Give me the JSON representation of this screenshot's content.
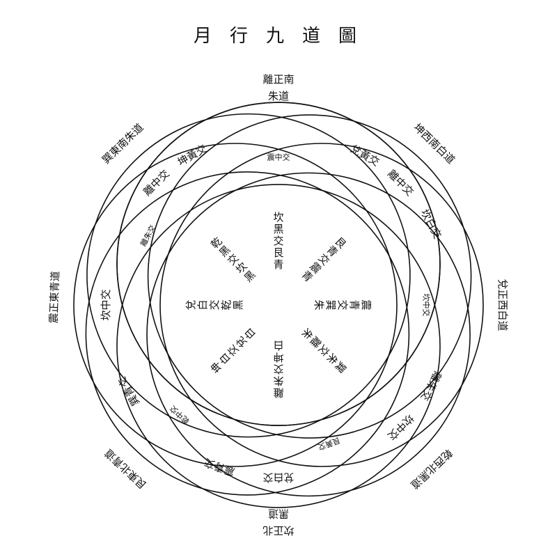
{
  "title": "月行九道圖",
  "outer_labels": [
    {
      "id": "south-center",
      "text": "離正南",
      "rot": 0
    },
    {
      "id": "south-vermilion",
      "text": "朱道",
      "rot": 0
    },
    {
      "id": "southeast-vermilion",
      "text": "巽東南朱道",
      "rot": -44
    },
    {
      "id": "southwest-white",
      "text": "坤西南白道",
      "rot": 44
    },
    {
      "id": "east-green",
      "text": "震正東青道",
      "rot": -88
    },
    {
      "id": "west-white",
      "text": "兌正西白道",
      "rot": 90
    },
    {
      "id": "northeast-green",
      "text": "艮東北青道",
      "rot": -137
    },
    {
      "id": "northwest-black",
      "text": "乾西北黑道",
      "rot": 137
    },
    {
      "id": "north-center",
      "text": "坎正北",
      "rot": 180
    },
    {
      "id": "north-black",
      "text": "黑道",
      "rot": 180
    }
  ],
  "ring_labels": [
    {
      "id": "kun-yellow",
      "text": "坤黃交",
      "rot": -30
    },
    {
      "id": "dui-yellow",
      "text": "兌黃交",
      "rot": 30
    },
    {
      "id": "zhen-mid",
      "text": "震中交",
      "rot": 0
    },
    {
      "id": "li-mid-left",
      "text": "離中交",
      "rot": -45
    },
    {
      "id": "li-mid-right",
      "text": "離中交",
      "rot": 45
    },
    {
      "id": "li-vermilion",
      "text": "離朱交",
      "rot": -62
    },
    {
      "id": "kan-white",
      "text": "坎白交",
      "rot": 62
    },
    {
      "id": "kan-mid-left",
      "text": "坎中交",
      "rot": -90
    },
    {
      "id": "kan-mid-right",
      "text": "坎中交",
      "rot": 90
    },
    {
      "id": "li-vermilion-right",
      "text": "離朱交",
      "rot": 118
    },
    {
      "id": "xun-green",
      "text": "巽青交",
      "rot": -120
    },
    {
      "id": "qian-mid",
      "text": "乾中交",
      "rot": -138
    },
    {
      "id": "kan-mid-lower",
      "text": "坎中交",
      "rot": 135
    },
    {
      "id": "zhen-green",
      "text": "震青交",
      "rot": -160
    },
    {
      "id": "gen-yellow",
      "text": "艮黃交",
      "rot": 160
    },
    {
      "id": "dui-white",
      "text": "兌白交",
      "rot": 180
    }
  ],
  "inner_spokes": [
    {
      "id": "n",
      "text": "坎黑交艮青",
      "rot": 0
    },
    {
      "id": "ne",
      "text": "艮青交震青",
      "rot": 45
    },
    {
      "id": "e",
      "text": "震青交巽朱",
      "rot": 90
    },
    {
      "id": "se",
      "text": "巽朱交離朱",
      "rot": 135
    },
    {
      "id": "s",
      "text": "離朱交坤白",
      "rot": 180
    },
    {
      "id": "sw",
      "text": "坤白交兌白",
      "rot": 225
    },
    {
      "id": "w",
      "text": "兌白交乾黑",
      "rot": 270
    },
    {
      "id": "nw",
      "text": "乾黑交坎黑",
      "rot": 315
    }
  ],
  "rings": [
    {
      "id": "ring-1",
      "tilt": 0
    },
    {
      "id": "ring-2",
      "tilt": 23
    },
    {
      "id": "ring-3",
      "tilt": 45
    },
    {
      "id": "ring-4",
      "tilt": 68
    },
    {
      "id": "ring-5",
      "tilt": 90
    },
    {
      "id": "ring-6",
      "tilt": 113
    },
    {
      "id": "ring-7",
      "tilt": 135
    },
    {
      "id": "ring-8",
      "tilt": 158
    },
    {
      "id": "ring-9",
      "tilt": 180
    }
  ]
}
